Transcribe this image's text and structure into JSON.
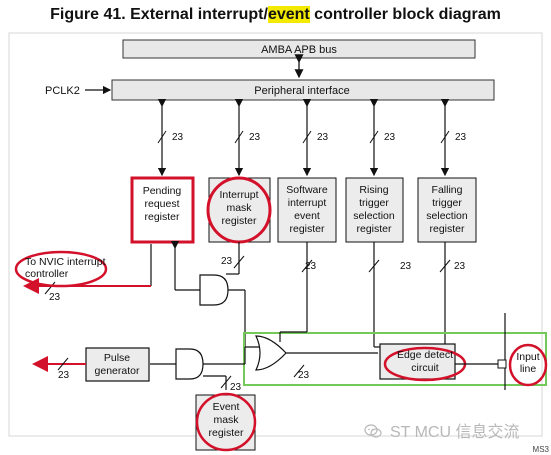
{
  "title": {
    "prefix": "Figure 41. External interrupt/",
    "highlight": "event",
    "suffix": " controller block diagram"
  },
  "labels": {
    "amba_bus": "AMBA APB bus",
    "peripheral_interface": "Peripheral interface",
    "pclk2": "PCLK2",
    "bus_width": "23",
    "pending_register": "Pending\nrequest\nregister",
    "interrupt_mask_register": "Interrupt\nmask\nregister",
    "software_event_register": "Software\ninterrupt\nevent\nregister",
    "rising_trigger_register": "Rising\ntrigger\nselection\nregister",
    "falling_trigger_register": "Falling\ntrigger\nselection\nregister",
    "nvic_controller": "To NVIC interrupt\ncontroller",
    "pulse_generator": "Pulse\ngenerator",
    "edge_detect_circuit": "Edge detect\ncircuit",
    "input_line": "Input\nline",
    "event_mask_register": "Event\nmask\nregister",
    "watermark": "ST MCU 信息交流",
    "corner_mark": "MS3"
  },
  "colors": {
    "highlight_red": "#d3112b",
    "green_box": "#74c95b",
    "block_fill": "#e6e6e6",
    "line": "#111111"
  }
}
